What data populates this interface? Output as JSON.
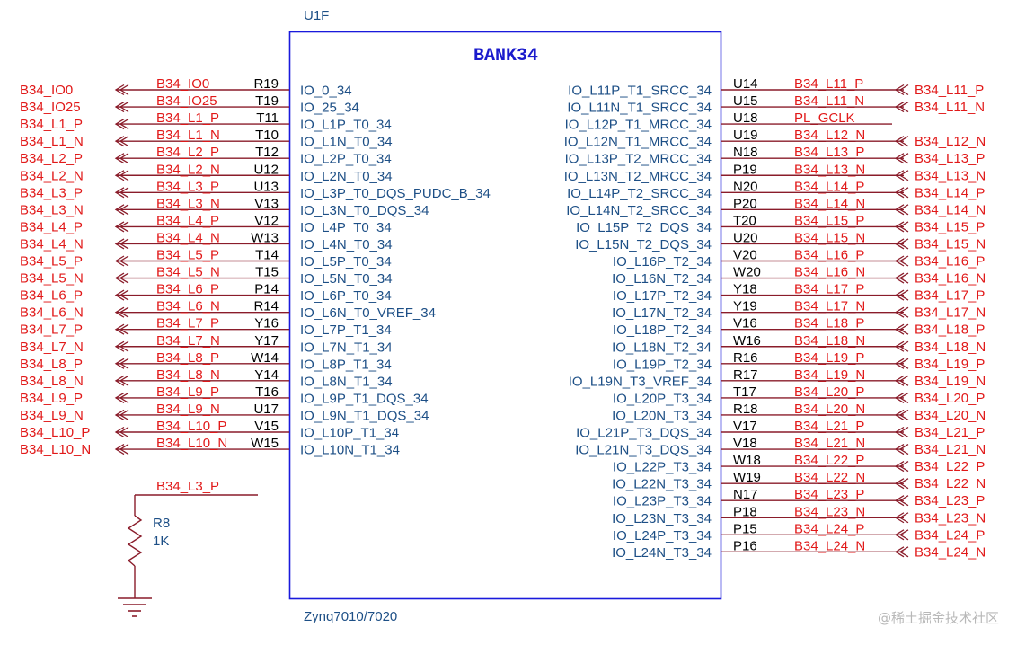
{
  "component": {
    "designator": "U1F",
    "bank_title": "BANK34",
    "part_value": "Zynq7010/7020"
  },
  "left_pins": [
    {
      "port": "B34_IO0",
      "net": "B34_IO0",
      "pin": "R19",
      "name": "IO_0_34"
    },
    {
      "port": "B34_IO25",
      "net": "B34_IO25",
      "pin": "T19",
      "name": "IO_25_34"
    },
    {
      "port": "B34_L1_P",
      "net": "B34_L1_P",
      "pin": "T11",
      "name": "IO_L1P_T0_34"
    },
    {
      "port": "B34_L1_N",
      "net": "B34_L1_N",
      "pin": "T10",
      "name": "IO_L1N_T0_34"
    },
    {
      "port": "B34_L2_P",
      "net": "B34_L2_P",
      "pin": "T12",
      "name": "IO_L2P_T0_34"
    },
    {
      "port": "B34_L2_N",
      "net": "B34_L2_N",
      "pin": "U12",
      "name": "IO_L2N_T0_34"
    },
    {
      "port": "B34_L3_P",
      "net": "B34_L3_P",
      "pin": "U13",
      "name": "IO_L3P_T0_DQS_PUDC_B_34"
    },
    {
      "port": "B34_L3_N",
      "net": "B34_L3_N",
      "pin": "V13",
      "name": "IO_L3N_T0_DQS_34"
    },
    {
      "port": "B34_L4_P",
      "net": "B34_L4_P",
      "pin": "V12",
      "name": "IO_L4P_T0_34"
    },
    {
      "port": "B34_L4_N",
      "net": "B34_L4_N",
      "pin": "W13",
      "name": "IO_L4N_T0_34"
    },
    {
      "port": "B34_L5_P",
      "net": "B34_L5_P",
      "pin": "T14",
      "name": "IO_L5P_T0_34"
    },
    {
      "port": "B34_L5_N",
      "net": "B34_L5_N",
      "pin": "T15",
      "name": "IO_L5N_T0_34"
    },
    {
      "port": "B34_L6_P",
      "net": "B34_L6_P",
      "pin": "P14",
      "name": "IO_L6P_T0_34"
    },
    {
      "port": "B34_L6_N",
      "net": "B34_L6_N",
      "pin": "R14",
      "name": "IO_L6N_T0_VREF_34"
    },
    {
      "port": "B34_L7_P",
      "net": "B34_L7_P",
      "pin": "Y16",
      "name": "IO_L7P_T1_34"
    },
    {
      "port": "B34_L7_N",
      "net": "B34_L7_N",
      "pin": "Y17",
      "name": "IO_L7N_T1_34"
    },
    {
      "port": "B34_L8_P",
      "net": "B34_L8_P",
      "pin": "W14",
      "name": "IO_L8P_T1_34"
    },
    {
      "port": "B34_L8_N",
      "net": "B34_L8_N",
      "pin": "Y14",
      "name": "IO_L8N_T1_34"
    },
    {
      "port": "B34_L9_P",
      "net": "B34_L9_P",
      "pin": "T16",
      "name": "IO_L9P_T1_DQS_34"
    },
    {
      "port": "B34_L9_N",
      "net": "B34_L9_N",
      "pin": "U17",
      "name": "IO_L9N_T1_DQS_34"
    },
    {
      "port": "B34_L10_P",
      "net": "B34_L10_P",
      "pin": "V15",
      "name": "IO_L10P_T1_34"
    },
    {
      "port": "B34_L10_N",
      "net": "B34_L10_N",
      "pin": "W15",
      "name": "IO_L10N_T1_34"
    }
  ],
  "right_pins": [
    {
      "name": "IO_L11P_T1_SRCC_34",
      "pin": "U14",
      "net": "B34_L11_P",
      "port": "B34_L11_P"
    },
    {
      "name": "IO_L11N_T1_SRCC_34",
      "pin": "U15",
      "net": "B34_L11_N",
      "port": "B34_L11_N"
    },
    {
      "name": "IO_L12P_T1_MRCC_34",
      "pin": "U18",
      "net": "PL_GCLK",
      "port": ""
    },
    {
      "name": "IO_L12N_T1_MRCC_34",
      "pin": "U19",
      "net": "B34_L12_N",
      "port": "B34_L12_N"
    },
    {
      "name": "IO_L13P_T2_MRCC_34",
      "pin": "N18",
      "net": "B34_L13_P",
      "port": "B34_L13_P"
    },
    {
      "name": "IO_L13N_T2_MRCC_34",
      "pin": "P19",
      "net": "B34_L13_N",
      "port": "B34_L13_N"
    },
    {
      "name": "IO_L14P_T2_SRCC_34",
      "pin": "N20",
      "net": "B34_L14_P",
      "port": "B34_L14_P"
    },
    {
      "name": "IO_L14N_T2_SRCC_34",
      "pin": "P20",
      "net": "B34_L14_N",
      "port": "B34_L14_N"
    },
    {
      "name": "IO_L15P_T2_DQS_34",
      "pin": "T20",
      "net": "B34_L15_P",
      "port": "B34_L15_P"
    },
    {
      "name": "IO_L15N_T2_DQS_34",
      "pin": "U20",
      "net": "B34_L15_N",
      "port": "B34_L15_N"
    },
    {
      "name": "IO_L16P_T2_34",
      "pin": "V20",
      "net": "B34_L16_P",
      "port": "B34_L16_P"
    },
    {
      "name": "IO_L16N_T2_34",
      "pin": "W20",
      "net": "B34_L16_N",
      "port": "B34_L16_N"
    },
    {
      "name": "IO_L17P_T2_34",
      "pin": "Y18",
      "net": "B34_L17_P",
      "port": "B34_L17_P"
    },
    {
      "name": "IO_L17N_T2_34",
      "pin": "Y19",
      "net": "B34_L17_N",
      "port": "B34_L17_N"
    },
    {
      "name": "IO_L18P_T2_34",
      "pin": "V16",
      "net": "B34_L18_P",
      "port": "B34_L18_P"
    },
    {
      "name": "IO_L18N_T2_34",
      "pin": "W16",
      "net": "B34_L18_N",
      "port": "B34_L18_N"
    },
    {
      "name": "IO_L19P_T2_34",
      "pin": "R16",
      "net": "B34_L19_P",
      "port": "B34_L19_P"
    },
    {
      "name": "IO_L19N_T3_VREF_34",
      "pin": "R17",
      "net": "B34_L19_N",
      "port": "B34_L19_N"
    },
    {
      "name": "IO_L20P_T3_34",
      "pin": "T17",
      "net": "B34_L20_P",
      "port": "B34_L20_P"
    },
    {
      "name": "IO_L20N_T3_34",
      "pin": "R18",
      "net": "B34_L20_N",
      "port": "B34_L20_N"
    },
    {
      "name": "IO_L21P_T3_DQS_34",
      "pin": "V17",
      "net": "B34_L21_P",
      "port": "B34_L21_P"
    },
    {
      "name": "IO_L21N_T3_DQS_34",
      "pin": "V18",
      "net": "B34_L21_N",
      "port": "B34_L21_N"
    },
    {
      "name": "IO_L22P_T3_34",
      "pin": "W18",
      "net": "B34_L22_P",
      "port": "B34_L22_P"
    },
    {
      "name": "IO_L22N_T3_34",
      "pin": "W19",
      "net": "B34_L22_N",
      "port": "B34_L22_N"
    },
    {
      "name": "IO_L23P_T3_34",
      "pin": "N17",
      "net": "B34_L23_P",
      "port": "B34_L23_P"
    },
    {
      "name": "IO_L23N_T3_34",
      "pin": "P18",
      "net": "B34_L23_N",
      "port": "B34_L23_N"
    },
    {
      "name": "IO_L24P_T3_34",
      "pin": "P15",
      "net": "B34_L24_P",
      "port": "B34_L24_P"
    },
    {
      "name": "IO_L24N_T3_34",
      "pin": "P16",
      "net": "B34_L24_N",
      "port": "B34_L24_N"
    }
  ],
  "resistor": {
    "net": "B34_L3_P",
    "designator": "R8",
    "value": "1K"
  },
  "watermark": "@稀土掘金技术社区",
  "colors": {
    "part_outline": "#1a1adc",
    "part_title": "#1a1acc",
    "pin_name": "#1d4f86",
    "net_label": "#e11919",
    "port_label": "#e11919",
    "wire": "#8a1c2a",
    "pin_number": "#000000",
    "designator": "#1d4f86"
  }
}
